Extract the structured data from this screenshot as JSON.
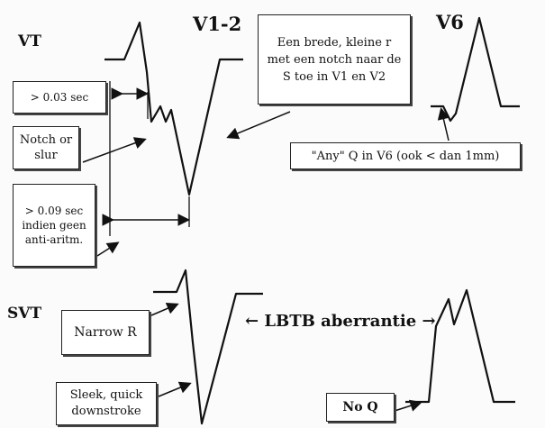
{
  "headings": {
    "vt": "VT",
    "svt": "SVT",
    "v1_2": "V1-2",
    "v6": "V6"
  },
  "callouts": {
    "duration_003": "> 0.03 sec",
    "notch_slur": "Notch or slur",
    "duration_009": "> 0.09 sec indien geen anti-aritm.",
    "broad_r": "Een brede, kleine r met een notch naar de S toe in V1 en V2",
    "any_q_v6": "\"Any\" Q in V6 (ook < dan 1mm)",
    "narrow_r": "Narrow R",
    "sleek_downstroke": "Sleek, quick downstroke",
    "no_q": "No Q",
    "lbtb": "LBTB aberrantie"
  },
  "arrows": {
    "left": "←",
    "right": "→"
  }
}
